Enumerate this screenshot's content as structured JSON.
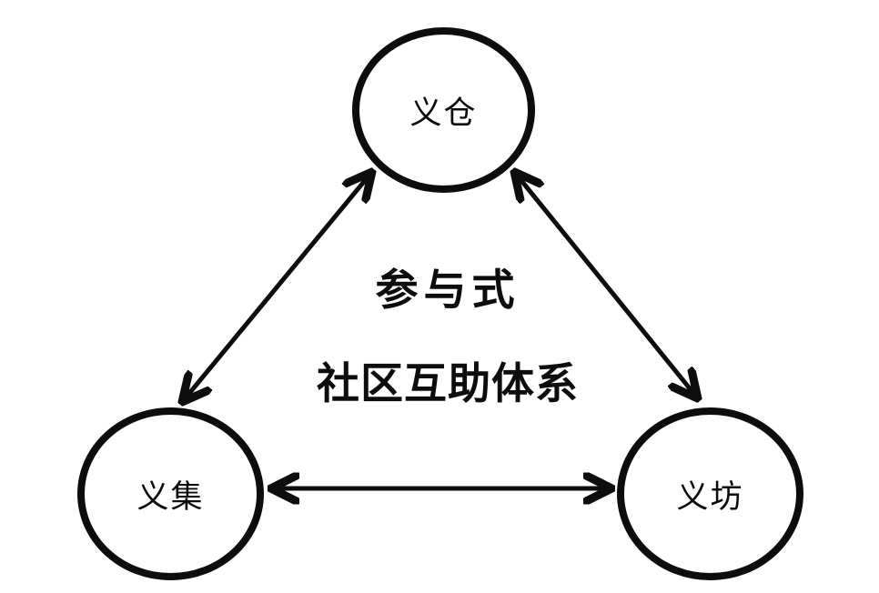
{
  "diagram": {
    "center": {
      "line1": "参与式",
      "line2": "社区互助体系"
    },
    "nodes": {
      "top": {
        "label": "义仓"
      },
      "bottom_left": {
        "label": "义集"
      },
      "bottom_right": {
        "label": "义坊"
      }
    },
    "arrows": [
      {
        "name": "top-to-bottom-left",
        "bidirectional": true
      },
      {
        "name": "top-to-bottom-right",
        "bidirectional": true
      },
      {
        "name": "bottom-left-to-bottom-right",
        "bidirectional": true
      }
    ],
    "colors": {
      "ink": "#0d0d0d",
      "background": "#ffffff"
    }
  }
}
